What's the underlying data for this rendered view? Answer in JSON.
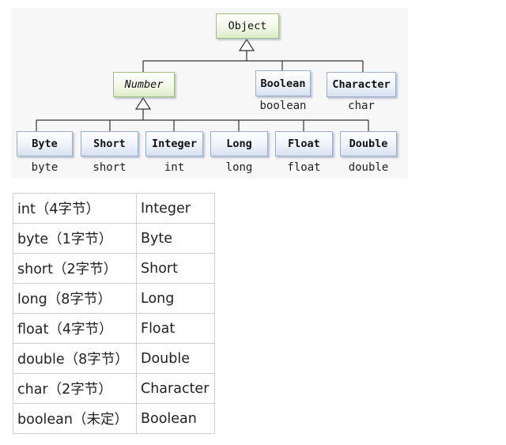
{
  "diagram": {
    "root": "Object",
    "abstract_parent": "Number",
    "direct_children": [
      {
        "wrapper": "Boolean",
        "primitive": "boolean"
      },
      {
        "wrapper": "Character",
        "primitive": "char"
      }
    ],
    "number_children": [
      {
        "wrapper": "Byte",
        "primitive": "byte"
      },
      {
        "wrapper": "Short",
        "primitive": "short"
      },
      {
        "wrapper": "Integer",
        "primitive": "int"
      },
      {
        "wrapper": "Long",
        "primitive": "long"
      },
      {
        "wrapper": "Float",
        "primitive": "float"
      },
      {
        "wrapper": "Double",
        "primitive": "double"
      }
    ],
    "colors": {
      "line": "#333333",
      "panel_background": "#f7f7f8",
      "green_box_border": "#9fbf7e",
      "blue_box_border": "#9aaecd"
    }
  },
  "table": {
    "rows": [
      {
        "primitive": "int（4字节）",
        "wrapper": "Integer"
      },
      {
        "primitive": "byte（1字节）",
        "wrapper": "Byte"
      },
      {
        "primitive": "short（2字节）",
        "wrapper": "Short"
      },
      {
        "primitive": "long（8字节）",
        "wrapper": "Long"
      },
      {
        "primitive": "float（4字节）",
        "wrapper": "Float"
      },
      {
        "primitive": "double（8字节）",
        "wrapper": "Double"
      },
      {
        "primitive": "char（2字节）",
        "wrapper": "Character"
      },
      {
        "primitive": "boolean（未定）",
        "wrapper": "Boolean"
      }
    ]
  }
}
